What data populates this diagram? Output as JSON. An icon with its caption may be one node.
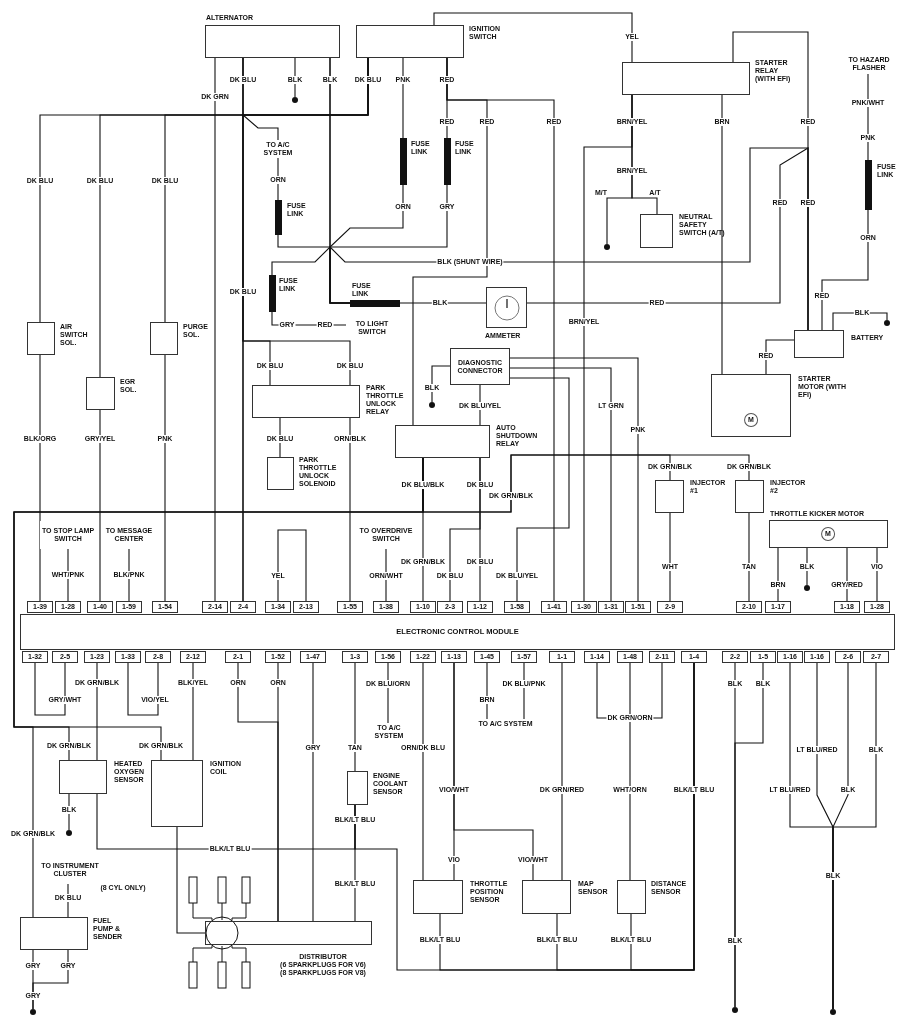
{
  "diagram": {
    "nodes": [
      {
        "text": [
          "ALTERNATOR"
        ]
      },
      {
        "text": [
          "IGNITION SWITCH"
        ]
      },
      {
        "text": [
          "STARTER RELAY (WITH EFI)"
        ]
      },
      {
        "text": [
          "NEUTRAL SAFETY SWITCH (A/T)"
        ]
      },
      {
        "text": [
          "AIR SWITCH SOL."
        ]
      },
      {
        "text": [
          "PURGE SOL."
        ]
      },
      {
        "text": [
          "EGR SOL."
        ]
      },
      {
        "text": [
          "PARK THROTTLE UNLOCK RELAY"
        ]
      },
      {
        "text": [
          "PARK THROTTLE UNLOCK SOLENOID"
        ]
      },
      {
        "text": [
          "DIAGNOSTIC CONNECTOR"
        ]
      },
      {
        "text": [
          "AUTO SHUTDOWN RELAY"
        ]
      },
      {
        "text": [
          "AMMETER"
        ]
      },
      {
        "text": [
          "BATTERY"
        ]
      },
      {
        "text": [
          "STARTER MOTOR (WITH EFI)"
        ]
      },
      {
        "text": [
          "INJECTOR #1"
        ]
      },
      {
        "text": [
          "INJECTOR #2"
        ]
      },
      {
        "text": [
          "THROTTLE KICKER MOTOR"
        ]
      },
      {
        "text": [
          "ELECTRONIC CONTROL MODULE"
        ]
      },
      {
        "text": [
          "HEATED OXYGEN SENSOR"
        ]
      },
      {
        "text": [
          "IGNITION COIL"
        ]
      },
      {
        "text": [
          "ENGINE COOLANT SENSOR"
        ]
      },
      {
        "text": [
          "THROTTLE POSITION SENSOR"
        ]
      },
      {
        "text": [
          "MAP SENSOR"
        ]
      },
      {
        "text": [
          "DISTANCE SENSOR"
        ]
      },
      {
        "text": [
          "FUEL PUMP & SENDER"
        ]
      },
      {
        "text": [
          "DISTRIBUTOR",
          "(6 SPARKPLUGS FOR V6)",
          "(8 SPARKPLUGS FOR V8)"
        ]
      },
      {
        "text": [
          "FUSE LINK"
        ]
      },
      {
        "text": [
          "FUSE LINK"
        ]
      },
      {
        "text": [
          "FUSE LINK"
        ]
      },
      {
        "text": [
          "FUSE LINK"
        ]
      },
      {
        "text": [
          "FUSE LINK"
        ]
      },
      {
        "text": [
          "FUSE LINK"
        ]
      },
      {
        "text": [
          "TO A/C SYSTEM"
        ]
      },
      {
        "text": [
          "TO LIGHT SWITCH"
        ]
      },
      {
        "text": [
          "TO HAZARD FLASHER"
        ]
      },
      {
        "text": [
          "TO STOP LAMP SWITCH"
        ]
      },
      {
        "text": [
          "TO MESSAGE CENTER"
        ]
      },
      {
        "text": [
          "TO OVERDRIVE SWITCH"
        ]
      },
      {
        "text": [
          "TO A/C SYSTEM"
        ]
      },
      {
        "text": [
          "TO A/C SYSTEM"
        ]
      },
      {
        "text": [
          "TO INSTRUMENT CLUSTER"
        ]
      },
      {
        "text": [
          "1-39"
        ]
      },
      {
        "text": [
          "1-28"
        ]
      },
      {
        "text": [
          "1-40"
        ]
      },
      {
        "text": [
          "1-59"
        ]
      },
      {
        "text": [
          "1-54"
        ]
      },
      {
        "text": [
          "2-14"
        ]
      },
      {
        "text": [
          "2-4"
        ]
      },
      {
        "text": [
          "1-34"
        ]
      },
      {
        "text": [
          "2-13"
        ]
      },
      {
        "text": [
          "1-55"
        ]
      },
      {
        "text": [
          "1-38"
        ]
      },
      {
        "text": [
          "1-10"
        ]
      },
      {
        "text": [
          "2-3"
        ]
      },
      {
        "text": [
          "1-12"
        ]
      },
      {
        "text": [
          "1-58"
        ]
      },
      {
        "text": [
          "1-41"
        ]
      },
      {
        "text": [
          "1-30"
        ]
      },
      {
        "text": [
          "1-31"
        ]
      },
      {
        "text": [
          "1-51"
        ]
      },
      {
        "text": [
          "2-9"
        ]
      },
      {
        "text": [
          "2-10"
        ]
      },
      {
        "text": [
          "1-17"
        ]
      },
      {
        "text": [
          "1-18"
        ]
      },
      {
        "text": [
          "1-28"
        ]
      },
      {
        "text": [
          "1-32"
        ]
      },
      {
        "text": [
          "2-5"
        ]
      },
      {
        "text": [
          "1-23"
        ]
      },
      {
        "text": [
          "1-33"
        ]
      },
      {
        "text": [
          "2-8"
        ]
      },
      {
        "text": [
          "2-12"
        ]
      },
      {
        "text": [
          "2-1"
        ]
      },
      {
        "text": [
          "1-52"
        ]
      },
      {
        "text": [
          "1-47"
        ]
      },
      {
        "text": [
          "1-3"
        ]
      },
      {
        "text": [
          "1-56"
        ]
      },
      {
        "text": [
          "1-22"
        ]
      },
      {
        "text": [
          "1-13"
        ]
      },
      {
        "text": [
          "1-45"
        ]
      },
      {
        "text": [
          "1-57"
        ]
      },
      {
        "text": [
          "1-1"
        ]
      },
      {
        "text": [
          "1-14"
        ]
      },
      {
        "text": [
          "1-48"
        ]
      },
      {
        "text": [
          "2-11"
        ]
      },
      {
        "text": [
          "1-4"
        ]
      },
      {
        "text": [
          "2-2"
        ]
      },
      {
        "text": [
          "1-5"
        ]
      },
      {
        "text": [
          "1-16"
        ]
      },
      {
        "text": [
          "1-16"
        ]
      },
      {
        "text": [
          "2-6"
        ]
      },
      {
        "text": [
          "2-7"
        ]
      },
      {
        "text": [],
        "shape": "circle"
      },
      {
        "text": [],
        "shape": "circle"
      },
      {
        "text": [],
        "shape": "circle"
      },
      {
        "text": [],
        "shape": "circle"
      },
      {
        "text": [],
        "shape": "circle"
      },
      {
        "text": [],
        "shape": "circle"
      },
      {
        "text": [],
        "shape": "circle"
      },
      {
        "text": [],
        "shape": "circle"
      },
      {
        "text": [],
        "shape": "circle"
      }
    ],
    "edges": [
      {
        "from": 1,
        "to": 47,
        "arrow": "none"
      },
      {
        "from": 0,
        "to": 47,
        "arrow": "none"
      },
      {
        "from": 1,
        "to": 4,
        "arrow": "none"
      },
      {
        "from": 1,
        "to": 6,
        "arrow": "none"
      },
      {
        "from": 1,
        "to": 5,
        "arrow": "none"
      },
      {
        "from": 1,
        "to": 32,
        "arrow": "none"
      },
      {
        "from": 0,
        "to": 46,
        "arrow": "none"
      },
      {
        "from": 0,
        "to": 30,
        "arrow": "none"
      },
      {
        "from": 1,
        "to": 26,
        "arrow": "none"
      },
      {
        "from": 1,
        "to": 27,
        "arrow": "none"
      },
      {
        "from": 1,
        "to": 2,
        "arrow": "none"
      },
      {
        "from": 1,
        "to": 56,
        "arrow": "none"
      },
      {
        "from": 1,
        "to": 10,
        "arrow": "none"
      },
      {
        "from": 32,
        "to": 28,
        "arrow": "none"
      },
      {
        "from": 28,
        "to": 30,
        "arrow": "none"
      },
      {
        "from": 26,
        "to": 30,
        "arrow": "none"
      },
      {
        "from": 27,
        "to": 30,
        "arrow": "none"
      },
      {
        "from": 29,
        "to": 30,
        "arrow": "none"
      },
      {
        "from": 29,
        "to": 33,
        "arrow": "none"
      },
      {
        "from": 0,
        "to": 12,
        "arrow": "none"
      },
      {
        "from": 30,
        "to": 11,
        "arrow": "none"
      },
      {
        "from": 11,
        "to": 12,
        "arrow": "none"
      },
      {
        "from": 2,
        "to": 12,
        "arrow": "none"
      },
      {
        "from": 2,
        "to": 13,
        "arrow": "none"
      },
      {
        "from": 2,
        "to": 3,
        "arrow": "none"
      },
      {
        "from": 2,
        "to": 98,
        "arrow": "none"
      },
      {
        "from": 2,
        "to": 57,
        "arrow": "none"
      },
      {
        "from": 34,
        "to": 31,
        "arrow": "none"
      },
      {
        "from": 31,
        "to": 12,
        "arrow": "none"
      },
      {
        "from": 12,
        "to": 99,
        "arrow": "none"
      },
      {
        "from": 12,
        "to": 13,
        "arrow": "none"
      },
      {
        "from": 0,
        "to": 91,
        "arrow": "none"
      },
      {
        "from": 0,
        "to": 7,
        "arrow": "none"
      },
      {
        "from": 0,
        "to": 7,
        "arrow": "none"
      },
      {
        "from": 9,
        "to": 92,
        "arrow": "none"
      },
      {
        "from": 9,
        "to": 10,
        "arrow": "none"
      },
      {
        "from": 9,
        "to": 59,
        "arrow": "none"
      },
      {
        "from": 9,
        "to": 58,
        "arrow": "none"
      },
      {
        "from": 9,
        "to": 55,
        "arrow": "none"
      },
      {
        "from": 7,
        "to": 8,
        "arrow": "none"
      },
      {
        "from": 7,
        "to": 50,
        "arrow": "none"
      },
      {
        "from": 10,
        "to": 54,
        "arrow": "none"
      },
      {
        "from": 10,
        "to": 53,
        "arrow": "none"
      },
      {
        "from": 10,
        "to": 52,
        "arrow": "none"
      },
      {
        "from": 10,
        "to": 14,
        "arrow": "none"
      },
      {
        "from": 10,
        "to": 15,
        "arrow": "none"
      },
      {
        "from": 10,
        "to": 18,
        "arrow": "none"
      },
      {
        "from": 10,
        "to": 19,
        "arrow": "none"
      },
      {
        "from": 10,
        "to": 24,
        "arrow": "none"
      },
      {
        "from": 35,
        "to": 42,
        "arrow": "none"
      },
      {
        "from": 36,
        "to": 44,
        "arrow": "none"
      },
      {
        "from": 4,
        "to": 41,
        "arrow": "none"
      },
      {
        "from": 6,
        "to": 43,
        "arrow": "none"
      },
      {
        "from": 5,
        "to": 45,
        "arrow": "none"
      },
      {
        "from": 48,
        "to": 49,
        "arrow": "none"
      },
      {
        "from": 37,
        "to": 51,
        "arrow": "none"
      },
      {
        "from": 14,
        "to": 60,
        "arrow": "none"
      },
      {
        "from": 15,
        "to": 61,
        "arrow": "none"
      },
      {
        "from": 16,
        "to": 62,
        "arrow": "none"
      },
      {
        "from": 16,
        "to": 97,
        "arrow": "none"
      },
      {
        "from": 16,
        "to": 63,
        "arrow": "none"
      },
      {
        "from": 16,
        "to": 64,
        "arrow": "none"
      },
      {
        "from": 65,
        "to": 66,
        "arrow": "none"
      },
      {
        "from": 67,
        "to": 18,
        "arrow": "none"
      },
      {
        "from": 68,
        "to": 69,
        "arrow": "none"
      },
      {
        "from": 70,
        "to": 19,
        "arrow": "none"
      },
      {
        "from": 71,
        "to": 25,
        "arrow": "none"
      },
      {
        "from": 72,
        "to": 25,
        "arrow": "none"
      },
      {
        "from": 73,
        "to": 25,
        "arrow": "none"
      },
      {
        "from": 74,
        "to": 20,
        "arrow": "none"
      },
      {
        "from": 20,
        "to": 25,
        "arrow": "none"
      },
      {
        "from": 75,
        "to": 38,
        "arrow": "none"
      },
      {
        "from": 76,
        "to": 21,
        "arrow": "none"
      },
      {
        "from": 77,
        "to": 21,
        "arrow": "none"
      },
      {
        "from": 77,
        "to": 22,
        "arrow": "none"
      },
      {
        "from": 78,
        "to": 39,
        "arrow": "none"
      },
      {
        "from": 79,
        "to": 39,
        "arrow": "none"
      },
      {
        "from": 80,
        "to": 22,
        "arrow": "none"
      },
      {
        "from": 81,
        "to": 83,
        "arrow": "none"
      },
      {
        "from": 82,
        "to": 23,
        "arrow": "none"
      },
      {
        "from": 84,
        "to": 21,
        "arrow": "none"
      },
      {
        "from": 84,
        "to": 22,
        "arrow": "none"
      },
      {
        "from": 84,
        "to": 23,
        "arrow": "none"
      },
      {
        "from": 84,
        "to": 20,
        "arrow": "none"
      },
      {
        "from": 18,
        "to": 20,
        "arrow": "none"
      },
      {
        "from": 18,
        "to": 93,
        "arrow": "none"
      },
      {
        "from": 19,
        "to": 25,
        "arrow": "none"
      },
      {
        "from": 40,
        "to": 24,
        "arrow": "none"
      },
      {
        "from": 24,
        "to": 94,
        "arrow": "none"
      },
      {
        "from": 24,
        "to": 94,
        "arrow": "none"
      },
      {
        "from": 85,
        "to": 95,
        "arrow": "none"
      },
      {
        "from": 86,
        "to": 95,
        "arrow": "none"
      },
      {
        "from": 87,
        "to": 96,
        "arrow": "none"
      },
      {
        "from": 88,
        "to": 96,
        "arrow": "none"
      },
      {
        "from": 89,
        "to": 96,
        "arrow": "none"
      },
      {
        "from": 90,
        "to": 96,
        "arrow": "none"
      }
    ],
    "labels": [
      "DK GRN",
      "DK BLU",
      "BLK",
      "BLK",
      "DK BLU",
      "PNK",
      "RED",
      "YEL",
      "RED",
      "RED",
      "RED",
      "BRN/YEL",
      "BRN",
      "RED",
      "PNK/WHT",
      "PNK",
      "DK BLU",
      "DK BLU",
      "DK BLU",
      "ORN",
      "BRN/YEL",
      "M/T",
      "A/T",
      "RED",
      "RED",
      "ORN",
      "GRY",
      "ORN",
      "BLK (SHUNT WIRE)",
      "DK BLU",
      "RED",
      "BLK",
      "RED",
      "BLK",
      "GRY",
      "RED",
      "BRN/YEL",
      "RED",
      "DK BLU",
      "DK BLU",
      "BLK",
      "DK BLU/YEL",
      "LT GRN",
      "PNK",
      "BLK/ORG",
      "GRY/YEL",
      "PNK",
      "DK BLU",
      "ORN/BLK",
      "DK GRN/BLK",
      "DK GRN/BLK",
      "DK BLU/BLK",
      "DK BLU",
      "DK GRN/BLK",
      "DK GRN/BLK",
      "DK BLU",
      "WHT/PNK",
      "BLK/PNK",
      "YEL",
      "ORN/WHT",
      "DK BLU",
      "DK BLU/YEL",
      "WHT",
      "TAN",
      "BLK",
      "VIO",
      "BRN",
      "GRY/RED",
      "DK GRN/BLK",
      "BLK/YEL",
      "ORN",
      "ORN",
      "DK BLU/ORN",
      "DK BLU/PNK",
      "BLK",
      "BLK",
      "GRY/WHT",
      "VIO/YEL",
      "BRN",
      "DK GRN/ORN",
      "DK GRN/BLK",
      "DK GRN/BLK",
      "GRY",
      "TAN",
      "ORN/DK BLU",
      "LT BLU/RED",
      "BLK",
      "VIO/WHT",
      "DK GRN/RED",
      "WHT/ORN",
      "BLK/LT BLU",
      "LT BLU/RED",
      "BLK",
      "BLK",
      "BLK/LT BLU",
      "DK GRN/BLK",
      "BLK/LT BLU",
      "VIO",
      "VIO/WHT",
      "BLK",
      "BLK/LT BLU",
      "(8 CYL ONLY)",
      "DK BLU",
      "BLK/LT BLU",
      "BLK/LT BLU",
      "BLK/LT BLU",
      "BLK",
      "GRY",
      "GRY",
      "GRY",
      "M",
      "M"
    ]
  }
}
